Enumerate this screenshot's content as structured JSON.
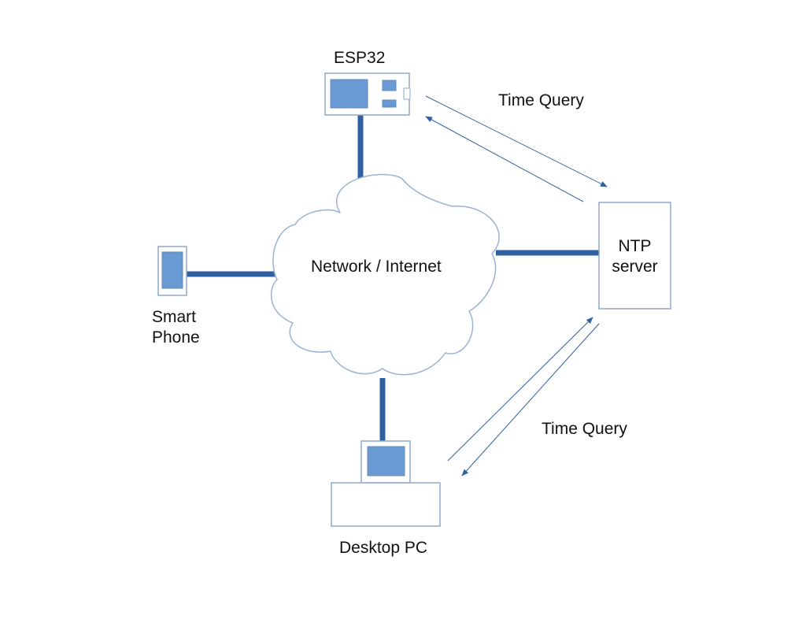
{
  "nodes": {
    "esp32": {
      "label": "ESP32"
    },
    "network": {
      "label": "Network / Internet"
    },
    "smartphone": {
      "line1": "Smart",
      "line2": "Phone"
    },
    "ntp": {
      "line1": "NTP",
      "line2": "server"
    },
    "desktop": {
      "label": "Desktop PC"
    }
  },
  "edges": {
    "esp32_query": {
      "label": "Time Query"
    },
    "desktop_query": {
      "label": "Time Query"
    }
  },
  "colors": {
    "link": "#2f60a0",
    "device_fill": "#6a9ad3",
    "device_border": "#6688b8",
    "box_border": "#8ea9c8",
    "cloud_stroke": "#9ab3d3"
  }
}
